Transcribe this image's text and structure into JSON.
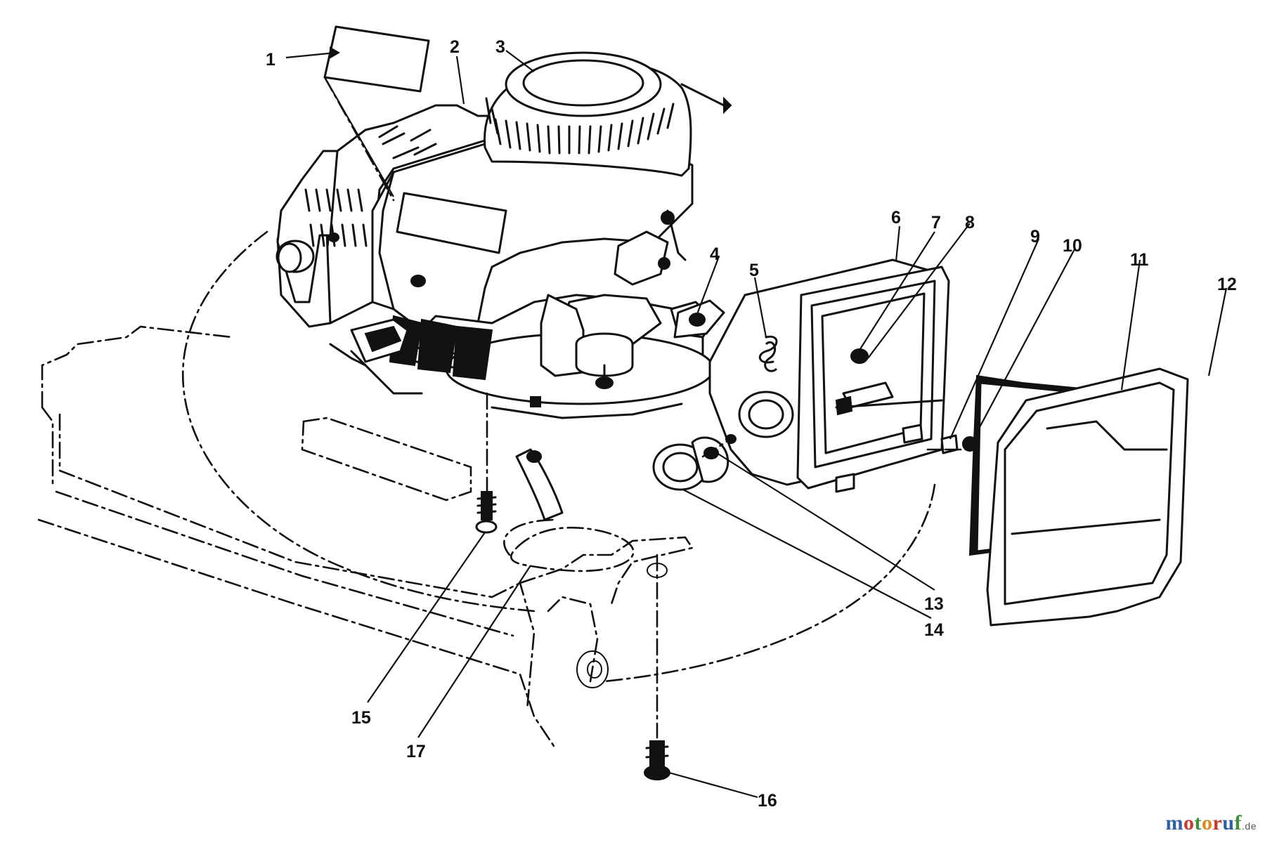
{
  "diagram": {
    "callouts": [
      "1",
      "2",
      "3",
      "4",
      "5",
      "6",
      "7",
      "8",
      "9",
      "10",
      "11",
      "12",
      "13",
      "14",
      "15",
      "16",
      "17"
    ]
  },
  "watermark": {
    "parts": [
      "m",
      "o",
      "t",
      "o",
      "r",
      "u",
      "f"
    ],
    "tld": ".de"
  },
  "colors": {
    "line": "#111111",
    "background": "#ffffff",
    "watermark_blue": "#2f5fa8",
    "watermark_red": "#c8382b",
    "watermark_green": "#3f8f3a",
    "watermark_orange": "#d98a1c"
  }
}
